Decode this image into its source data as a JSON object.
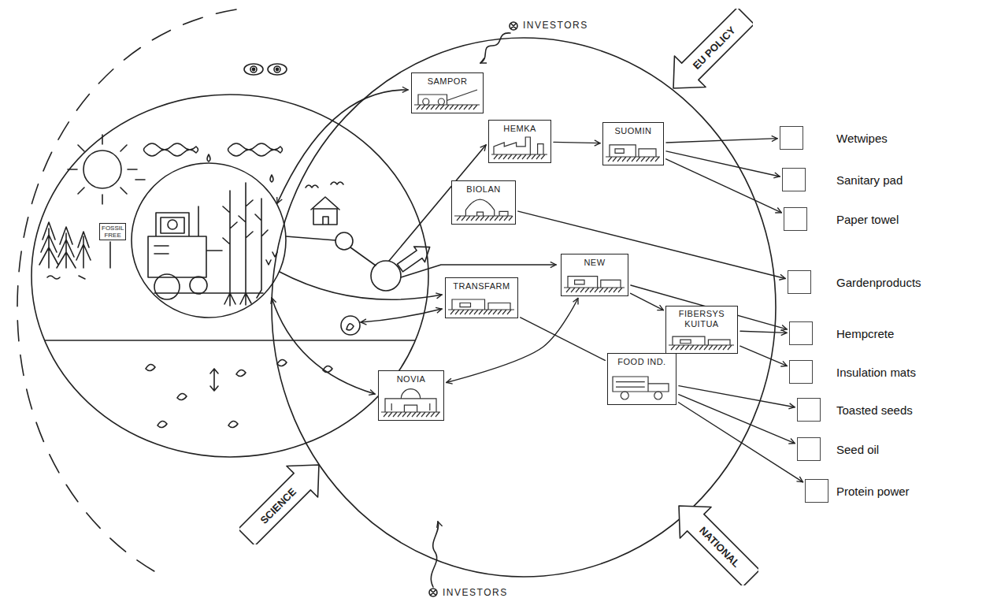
{
  "diagram": {
    "nodes": [
      {
        "text": [
          "SAMPOR"
        ]
      },
      {
        "text": [
          "HEMKA"
        ]
      },
      {
        "text": [
          "SUOMIN"
        ]
      },
      {
        "text": [
          "BIOLAN"
        ]
      },
      {
        "text": [
          "TRANSFARM"
        ]
      },
      {
        "text": [
          "NEW"
        ]
      },
      {
        "text": [
          "FIBERSYS KUITUA"
        ]
      },
      {
        "text": [
          "FOOD IND."
        ]
      },
      {
        "text": [
          "NOVIA"
        ]
      },
      {
        "text": [
          "Wetwipes"
        ]
      },
      {
        "text": [
          "Sanitary pad"
        ]
      },
      {
        "text": [
          "Paper towel"
        ]
      },
      {
        "text": [
          "Gardenproducts"
        ]
      },
      {
        "text": [
          "Hempcrete"
        ]
      },
      {
        "text": [
          "Insulation mats"
        ]
      },
      {
        "text": [
          "Toasted seeds"
        ]
      },
      {
        "text": [
          "Seed oil"
        ]
      },
      {
        "text": [
          "Protein power"
        ]
      },
      {
        "text": [
          "EU POLICY"
        ]
      },
      {
        "text": [
          "SCIENCE"
        ]
      },
      {
        "text": [
          "NATIONAL"
        ]
      },
      {
        "text": [
          "FOSSIL FREE"
        ]
      }
    ],
    "edges": [
      {
        "from": 1,
        "to": 2,
        "arrow": "to"
      },
      {
        "from": 2,
        "to": 9,
        "arrow": "to"
      },
      {
        "from": 2,
        "to": 10,
        "arrow": "to"
      },
      {
        "from": 2,
        "to": 11,
        "arrow": "to"
      },
      {
        "from": 3,
        "to": 12,
        "arrow": "to"
      },
      {
        "from": 5,
        "to": 13,
        "arrow": "to"
      },
      {
        "from": 5,
        "to": 6,
        "arrow": "to"
      },
      {
        "from": 6,
        "to": 13,
        "arrow": "to"
      },
      {
        "from": 6,
        "to": 14,
        "arrow": "to"
      },
      {
        "from": 4,
        "to": 7,
        "arrow": "none"
      },
      {
        "from": 7,
        "to": 15,
        "arrow": "to"
      },
      {
        "from": 7,
        "to": 16,
        "arrow": "to"
      },
      {
        "from": 7,
        "to": 17,
        "arrow": "to"
      },
      {
        "from": 8,
        "to": 5,
        "arrow": "both"
      }
    ],
    "labels": [
      "INVESTORS",
      "INVESTORS"
    ]
  }
}
